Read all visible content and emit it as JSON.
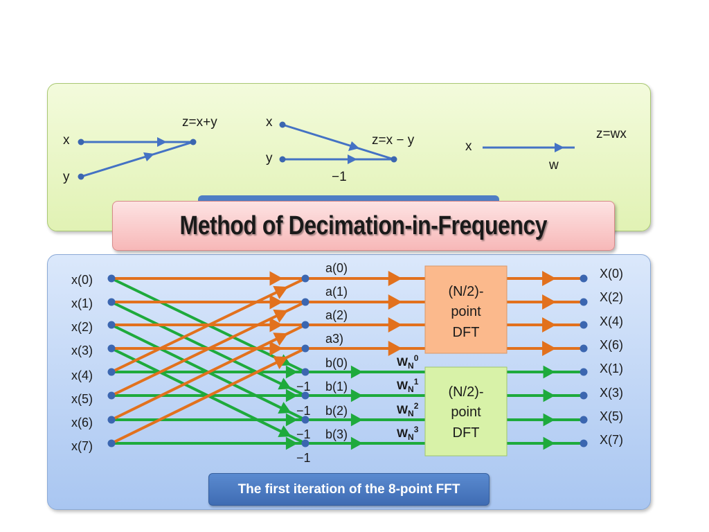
{
  "title": "Method of Decimation-in-Frequency",
  "caption": "The first iteration of the 8-point FFT",
  "legend": {
    "add_output": "z=x+y",
    "add_in1": "x",
    "add_in2": "y",
    "sub_in1": "x",
    "sub_in2": "y",
    "sub_output": "z=x − y",
    "sub_coef": "−1",
    "mul_in": "x",
    "mul_output": "z=wx",
    "mul_coef": "w"
  },
  "inputs": [
    "x(0)",
    "x(1)",
    "x(2)",
    "x(3)",
    "x(4)",
    "x(5)",
    "x(6)",
    "x(7)"
  ],
  "a_labels": [
    "a(0)",
    "a(1)",
    "a(2)",
    "a3)"
  ],
  "b_labels": [
    "b(0)",
    "b(1)",
    "b(2)",
    "b(3)"
  ],
  "minus_one_labels": [
    "−1",
    "−1",
    "−1",
    "−1"
  ],
  "twiddles": [
    {
      "base": "W",
      "sub": "N",
      "sup": "0"
    },
    {
      "base": "W",
      "sub": "N",
      "sup": "1"
    },
    {
      "base": "W",
      "sub": "N",
      "sup": "2"
    },
    {
      "base": "W",
      "sub": "N",
      "sup": "3"
    }
  ],
  "dft_boxes": [
    {
      "line1": "(N/2)-",
      "line2": "point",
      "line3": "DFT"
    },
    {
      "line1": "(N/2)-",
      "line2": "point",
      "line3": "DFT"
    }
  ],
  "outputs": [
    "X(0)",
    "X(2)",
    "X(4)",
    "X(6)",
    "X(1)",
    "X(3)",
    "X(5)",
    "X(7)"
  ],
  "colors": {
    "legend_line": "#4472c4",
    "upper_branch": "#e2711d",
    "lower_branch": "#1eaa3c",
    "node": "#3b66b0",
    "dft_upper": "#fbb98c",
    "dft_lower": "#d8f2a8"
  }
}
